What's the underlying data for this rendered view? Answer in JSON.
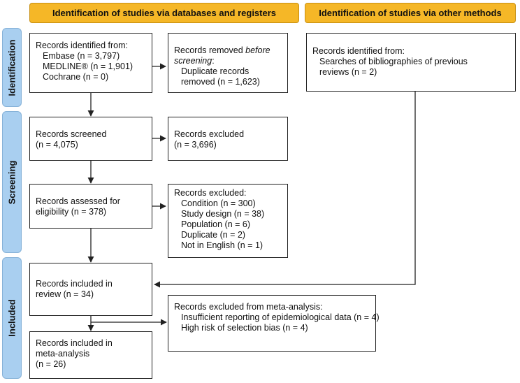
{
  "headers": {
    "databases": "Identification of studies via databases and registers",
    "other": "Identification of studies via other methods"
  },
  "stages": {
    "identification": "Identification",
    "screening": "Screening",
    "included": "Included"
  },
  "boxes": {
    "identified_db": {
      "title": "Records identified from:",
      "items": [
        "Embase (n = 3,797)",
        "MEDLINE® (n = 1,901)",
        "Cochrane (n = 0)"
      ]
    },
    "removed": {
      "title_pre": "Records removed ",
      "title_em": "before screening",
      "title_post": ":",
      "items": [
        "Duplicate records",
        "removed (n = 1,623)"
      ]
    },
    "identified_other": {
      "title": "Records identified from:",
      "items": [
        "Searches of bibliographies of previous",
        "reviews (n = 2)"
      ]
    },
    "screened": {
      "lines": [
        "Records screened",
        "(n = 4,075)"
      ]
    },
    "excluded1": {
      "lines": [
        "Records excluded",
        "(n = 3,696)"
      ]
    },
    "assessed": {
      "lines": [
        "Records assessed for",
        "eligibility (n = 378)"
      ]
    },
    "excluded2": {
      "title": "Records excluded:",
      "items": [
        "Condition (n = 300)",
        "Study design (n = 38)",
        "Population (n = 6)",
        "Duplicate (n = 2)",
        "Not in English (n = 1)"
      ]
    },
    "included_review": {
      "lines": [
        "Records included in",
        "review (n = 34)"
      ]
    },
    "excluded_meta": {
      "title": "Records excluded from meta-analysis:",
      "items": [
        "Insufficient reporting of epidemiological data (n = 4)",
        "High risk of selection bias (n = 4)"
      ]
    },
    "included_meta": {
      "lines": [
        "Records included in",
        "meta-analysis",
        "(n = 26)"
      ]
    }
  }
}
